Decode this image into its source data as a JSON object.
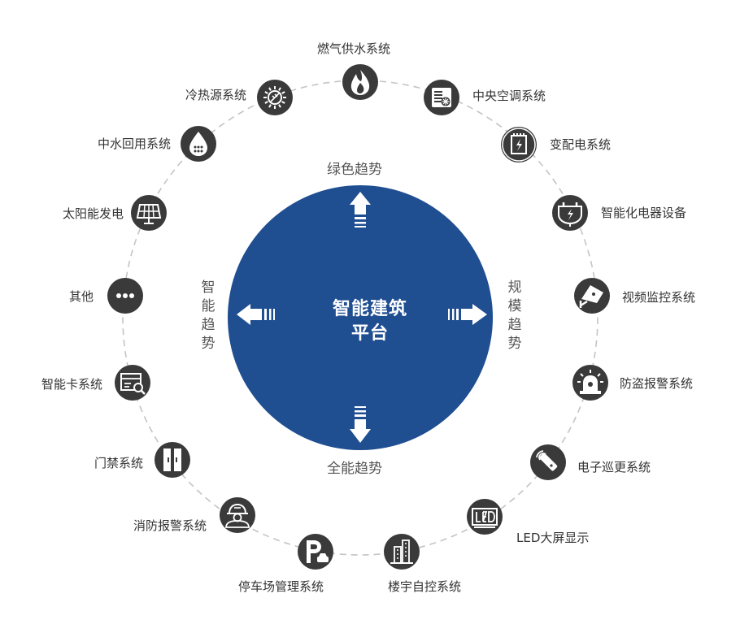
{
  "center": {
    "line1": "智能建筑",
    "line2": "平台"
  },
  "trends": {
    "top": "绿色趋势",
    "bottom": "全能趋势",
    "left": "智能趋势",
    "right": "规模趋势"
  },
  "colors": {
    "center_fill": "#1f4e91",
    "node_fill": "#3a3a3a",
    "ring": "#c4c4c4",
    "text": "#333333"
  },
  "nodes": [
    {
      "label": "燃气供水系统",
      "icon": "fire-icon"
    },
    {
      "label": "中央空调系统",
      "icon": "air-conditioner-icon"
    },
    {
      "label": "变配电系统",
      "icon": "power-distribution-icon"
    },
    {
      "label": "智能化电器设备",
      "icon": "smart-plug-icon"
    },
    {
      "label": "视频监控系统",
      "icon": "cctv-camera-icon"
    },
    {
      "label": "防盗报警系统",
      "icon": "alarm-light-icon"
    },
    {
      "label": "电子巡更系统",
      "icon": "patrol-reader-icon"
    },
    {
      "label": "LED大屏显示",
      "icon": "led-screen-icon"
    },
    {
      "label": "楼宇自控系统",
      "icon": "building-icon"
    },
    {
      "label": "停车场管理系统",
      "icon": "parking-icon"
    },
    {
      "label": "消防报警系统",
      "icon": "firefighter-icon"
    },
    {
      "label": "门禁系统",
      "icon": "door-access-icon"
    },
    {
      "label": "智能卡系统",
      "icon": "smart-card-icon"
    },
    {
      "label": "其他",
      "icon": "more-dots-icon"
    },
    {
      "label": "太阳能发电",
      "icon": "solar-panel-icon"
    },
    {
      "label": "中水回用系统",
      "icon": "water-drop-icon"
    },
    {
      "label": "冷热源系统",
      "icon": "hot-cold-icon"
    }
  ]
}
